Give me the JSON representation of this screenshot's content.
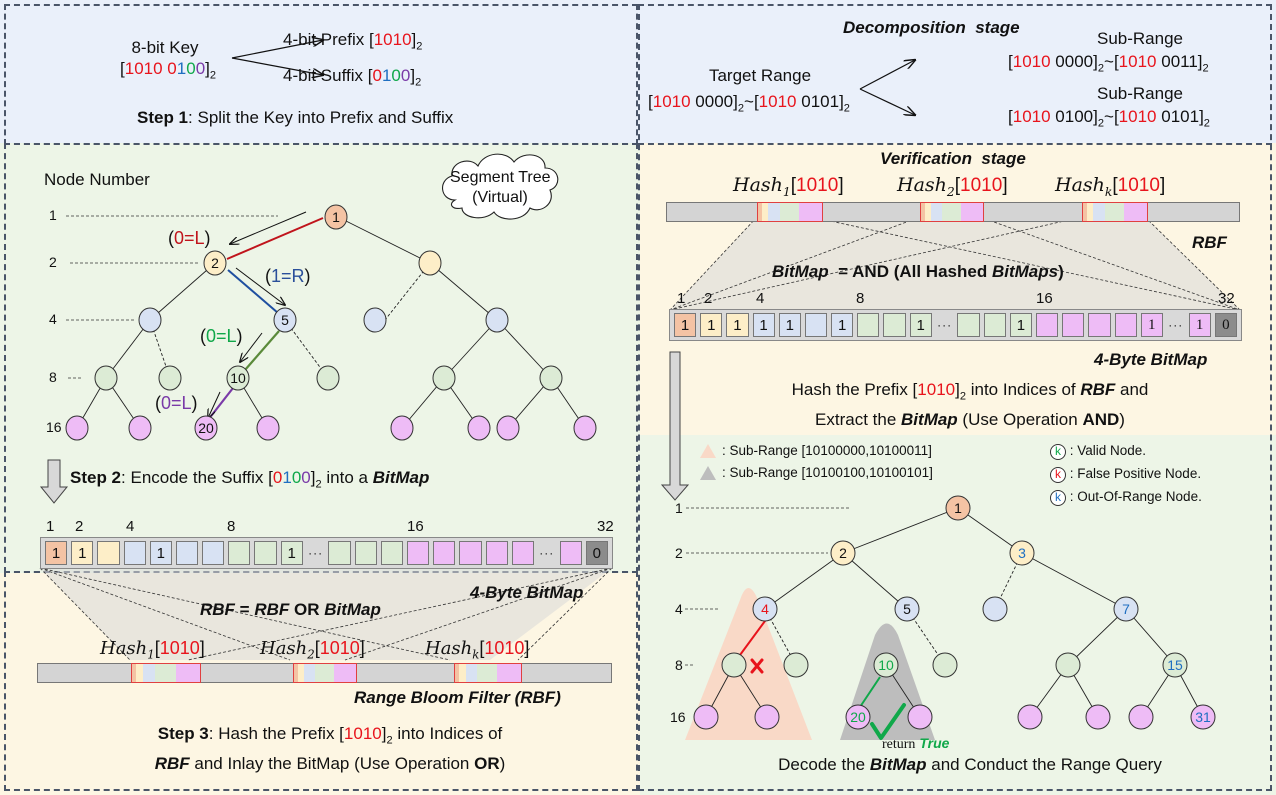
{
  "colors": {
    "panel_blue": "#eaf0fa",
    "panel_green": "#edf5e7",
    "panel_cream": "#fdf6e3",
    "level1": "#f4c3a4",
    "level2": "#fdeec8",
    "level4": "#d8e2f3",
    "level8": "#dcebd5",
    "level16": "#eebcf6",
    "bit32": "#8c8c8c",
    "prefix_red": "#e8141c",
    "valid_green": "#10a84a",
    "out_of_range_blue": "#1f6fc1"
  },
  "step1": {
    "key_label": "8-bit Key",
    "key_prefix": "1010",
    "key_suffix_digits": [
      "0",
      "1",
      "0",
      "0"
    ],
    "prefix_label": "4-bit Prefix",
    "prefix_value": "1010",
    "suffix_label": "4-bit Suffix",
    "suffix_digits": [
      "0",
      "1",
      "0",
      "0"
    ],
    "base": "2",
    "caption_bold": "Step 1",
    "caption_rest": ": Split the Key into Prefix and Suffix"
  },
  "decomposition": {
    "title": "Decomposition  stage",
    "target_label": "Target Range",
    "target_lo_prefix": "1010",
    "target_lo_suffix": "0000",
    "target_hi_prefix": "1010",
    "target_hi_suffix": "0101",
    "sub1_label": "Sub-Range",
    "sub1_lo_prefix": "1010",
    "sub1_lo_suffix": "0000",
    "sub1_hi_prefix": "1010",
    "sub1_hi_suffix": "0011",
    "sub2_label": "Sub-Range",
    "sub2_lo_prefix": "1010",
    "sub2_lo_suffix": "0100",
    "sub2_hi_prefix": "1010",
    "sub2_hi_suffix": "0101",
    "base": "2"
  },
  "step2": {
    "node_number_label": "Node Number",
    "cloud_line1": "Segment Tree",
    "cloud_line2": "(Virtual)",
    "level_labels": [
      "1",
      "2",
      "4",
      "8",
      "16"
    ],
    "path_labels": [
      {
        "open": "(",
        "text": "0=L",
        "close": ")",
        "color": "darkred"
      },
      {
        "open": "(",
        "text": "1=R",
        "close": ")",
        "color": "blue"
      },
      {
        "open": "(",
        "text": "0=L",
        "close": ")",
        "color": "green"
      },
      {
        "open": "(",
        "text": "0=L",
        "close": ")",
        "color": "purple"
      }
    ],
    "node_labels": {
      "n1": "1",
      "n2": "2",
      "n5": "5",
      "n10": "10",
      "n20": "20"
    },
    "caption_bold": "Step 2",
    "caption_mid": ": Encode the Suffix [",
    "caption_digits": [
      "0",
      "1",
      "0",
      "0"
    ],
    "caption_after": "]",
    "caption_base": "2",
    "caption_tail": " into a ",
    "caption_em": "BitMap"
  },
  "bitmap_left": {
    "index_labels": [
      "1",
      "2",
      "4",
      "8",
      "16",
      "32"
    ],
    "cells": [
      {
        "level": "level1",
        "v": "1"
      },
      {
        "level": "level2",
        "v": "1"
      },
      {
        "level": "level2",
        "v": ""
      },
      {
        "level": "level4",
        "v": ""
      },
      {
        "level": "level4",
        "v": "1"
      },
      {
        "level": "level4",
        "v": ""
      },
      {
        "level": "level4",
        "v": ""
      },
      {
        "level": "level8",
        "v": ""
      },
      {
        "level": "level8",
        "v": ""
      },
      {
        "level": "level8",
        "v": "1"
      },
      {
        "dots": "···"
      },
      {
        "level": "level8",
        "v": ""
      },
      {
        "level": "level8",
        "v": ""
      },
      {
        "level": "level8",
        "v": ""
      },
      {
        "level": "level16",
        "v": ""
      },
      {
        "level": "level16",
        "v": ""
      },
      {
        "level": "level16",
        "v": ""
      },
      {
        "level": "level16",
        "v": ""
      },
      {
        "level": "level16",
        "v": ""
      },
      {
        "dots": "···"
      },
      {
        "level": "level16",
        "v": ""
      },
      {
        "level": "bit32",
        "v": "0"
      }
    ],
    "caption": "4-Byte BitMap"
  },
  "step3": {
    "formula_a": "RBF",
    "formula_b": " = ",
    "formula_c": "RBF",
    "formula_d": " OR ",
    "formula_e": "BitMap",
    "hashes": [
      {
        "name": "Hash",
        "sub": "1",
        "key": "1010"
      },
      {
        "name": "Hash",
        "sub": "2",
        "key": "1010"
      },
      {
        "name": "Hash",
        "sub": "k",
        "key": "1010"
      }
    ],
    "rbf_caption_a": "Range Bloom Filter (",
    "rbf_caption_b": "RBF",
    "rbf_caption_c": ")",
    "caption_bold": "Step 3",
    "caption_line1_a": ": Hash the Prefix [",
    "caption_prefix": "1010",
    "caption_line1_b": "]",
    "caption_base": "2",
    "caption_line1_c": " into Indices of",
    "caption_line2_a": "RBF",
    "caption_line2_b": " and Inlay the BitMap (Use Operation ",
    "caption_line2_c": "OR",
    "caption_line2_d": ")"
  },
  "verification": {
    "title": "Verification  stage",
    "hashes": [
      {
        "name": "Hash",
        "sub": "1",
        "key": "1010"
      },
      {
        "name": "Hash",
        "sub": "2",
        "key": "1010"
      },
      {
        "name": "Hash",
        "sub": "k",
        "key": "1010"
      }
    ],
    "rbf_label": "RBF",
    "formula_a": "BitMap",
    "formula_b": "  = AND (All Hashed ",
    "formula_c": "BitMaps",
    "formula_d": ")",
    "caption_line1_a": "Hash the Prefix [",
    "caption_prefix": "1010",
    "caption_line1_b": "]",
    "caption_base": "2",
    "caption_line1_c": " into Indices of ",
    "caption_line1_d": "RBF",
    "caption_line1_e": " and",
    "caption_line2_a": "Extract the ",
    "caption_line2_b": "BitMap",
    "caption_line2_c": " (Use Operation ",
    "caption_line2_d": "AND",
    "caption_line2_e": ")"
  },
  "bitmap_right": {
    "index_labels": [
      "1",
      "2",
      "4",
      "8",
      "16",
      "32"
    ],
    "cells": [
      {
        "level": "level1",
        "v": "1"
      },
      {
        "level": "level2",
        "v": "1"
      },
      {
        "level": "level2",
        "v": "1"
      },
      {
        "level": "level4",
        "v": "1"
      },
      {
        "level": "level4",
        "v": "1"
      },
      {
        "level": "level4",
        "v": ""
      },
      {
        "level": "level4",
        "v": "1"
      },
      {
        "level": "level8",
        "v": ""
      },
      {
        "level": "level8",
        "v": ""
      },
      {
        "level": "level8",
        "v": "1"
      },
      {
        "dots": "···"
      },
      {
        "level": "level8",
        "v": ""
      },
      {
        "level": "level8",
        "v": ""
      },
      {
        "level": "level8",
        "v": "1"
      },
      {
        "level": "level16",
        "v": ""
      },
      {
        "level": "level16",
        "v": ""
      },
      {
        "level": "level16",
        "v": ""
      },
      {
        "level": "level16",
        "v": ""
      },
      {
        "level": "level16",
        "v": "1",
        "serif": true
      },
      {
        "dots": "···"
      },
      {
        "level": "level16",
        "v": "1",
        "serif": true
      },
      {
        "level": "bit32",
        "v": "0",
        "serif": true
      }
    ],
    "caption": "4-Byte BitMap"
  },
  "query": {
    "legend_sub1": ": Sub-Range [10100000,10100011]",
    "legend_sub2": ": Sub-Range [10100100,10100101]",
    "legend_k": "k",
    "legend_valid": ": Valid Node.",
    "legend_fp": ": False Positive Node.",
    "legend_oor": ": Out-Of-Range Node.",
    "level_labels": [
      "1",
      "2",
      "4",
      "8",
      "16"
    ],
    "node_labels": {
      "n1": "1",
      "n2": "2",
      "n3": "3",
      "n4": "4",
      "n5": "5",
      "n7": "7",
      "n10": "10",
      "n15": "15",
      "n20": "20",
      "n31": "31"
    },
    "return_word": "return",
    "return_value": "True",
    "caption_a": "Decode the ",
    "caption_b": "BitMap",
    "caption_c": " and Conduct the Range Query"
  }
}
